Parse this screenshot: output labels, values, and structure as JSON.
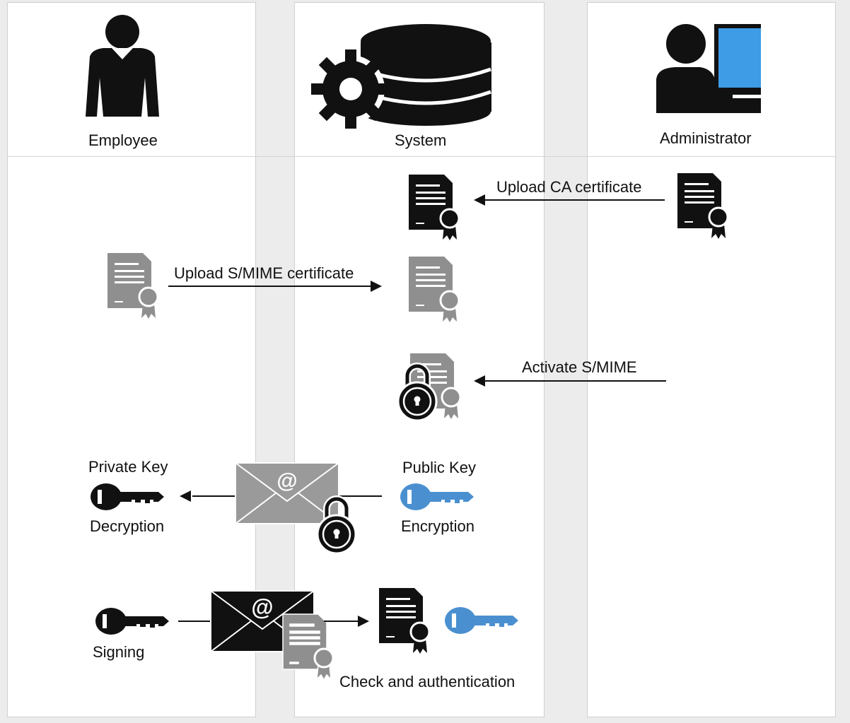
{
  "lanes": {
    "employee": "Employee",
    "system": "System",
    "administrator": "Administrator"
  },
  "flows": {
    "upload_ca": "Upload CA certificate",
    "upload_smime": "Upload S/MIME certificate",
    "activate": "Activate S/MIME",
    "private_key": "Private Key",
    "decryption": "Decryption",
    "public_key": "Public Key",
    "encryption": "Encryption",
    "signing": "Signing",
    "check_auth": "Check and authentication"
  },
  "colors": {
    "black": "#111111",
    "gray": "#8f8f8f",
    "blue": "#4a90d0",
    "screen_blue": "#3e9be6"
  }
}
